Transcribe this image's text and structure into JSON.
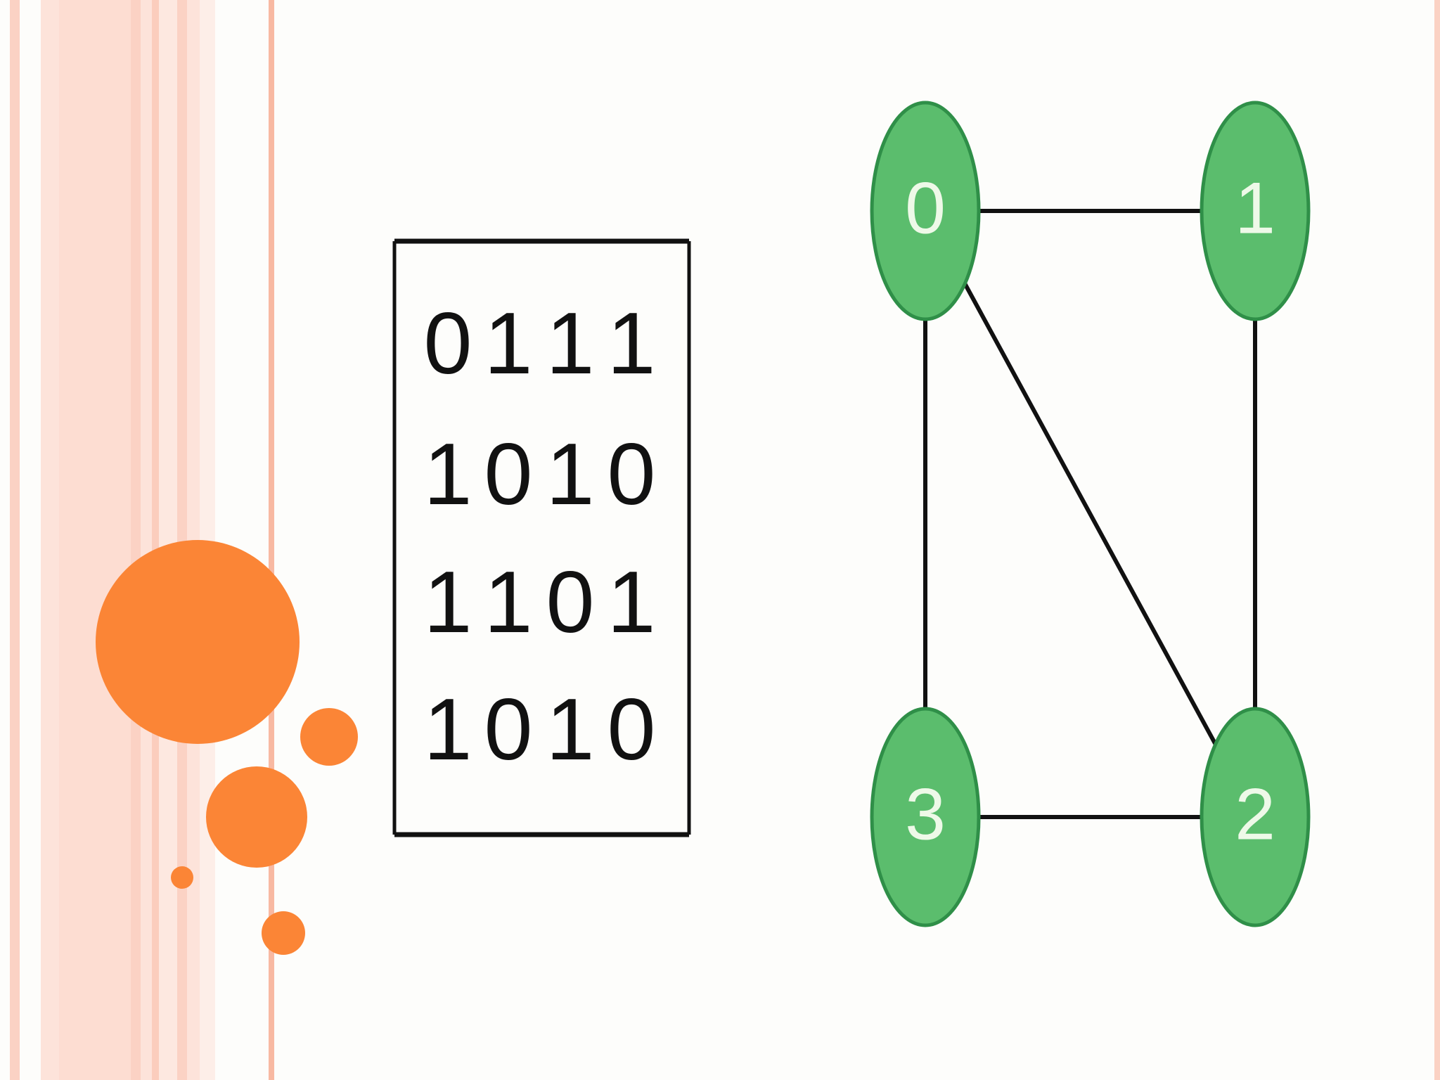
{
  "colors": {
    "background": "#fdfdfb",
    "stripe_light": "#fde3da",
    "stripe_mid": "#fbd2c4",
    "stripe_accent": "#f8b9a2",
    "bubble": "#fb8536",
    "node_fill": "#5bbd6d",
    "node_stroke": "#2f8f48",
    "node_label": "#eef9e8",
    "edge": "#111111",
    "matrix_text": "#111111"
  },
  "matrix": {
    "rows": [
      [
        "0",
        "1",
        "1",
        "1"
      ],
      [
        "1",
        "0",
        "1",
        "0"
      ],
      [
        "1",
        "1",
        "0",
        "1"
      ],
      [
        "1",
        "0",
        "1",
        "0"
      ]
    ]
  },
  "graph": {
    "nodes": [
      {
        "id": "0",
        "label": "0"
      },
      {
        "id": "1",
        "label": "1"
      },
      {
        "id": "2",
        "label": "2"
      },
      {
        "id": "3",
        "label": "3"
      }
    ],
    "edges": [
      [
        "0",
        "1"
      ],
      [
        "0",
        "2"
      ],
      [
        "0",
        "3"
      ],
      [
        "1",
        "2"
      ],
      [
        "2",
        "3"
      ]
    ]
  }
}
